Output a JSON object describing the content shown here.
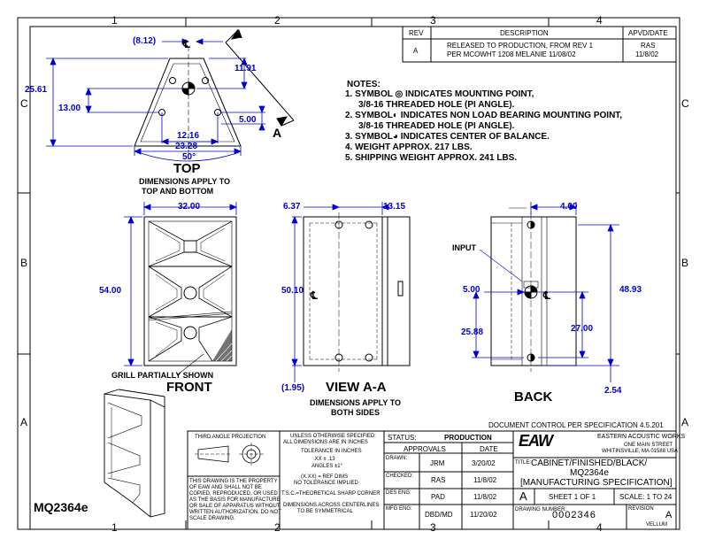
{
  "zones": {
    "top": [
      "1",
      "2",
      "3",
      "4"
    ],
    "bottom": [
      "1",
      "2",
      "3",
      "4"
    ],
    "left": [
      "C",
      "B",
      "A"
    ],
    "right": [
      "C",
      "B",
      "A"
    ]
  },
  "revision_block": {
    "headers": [
      "REV",
      "DESCRIPTION",
      "APVD/DATE"
    ],
    "row": {
      "rev": "A",
      "description_line1": "RELEASED TO PRODUCTION, FROM REV 1",
      "description_line2": "PER MCOWHT 1208 MELANIE 11/08/02",
      "apvd": "RAS",
      "date": "11/8/02"
    }
  },
  "notes": {
    "title": "NOTES:",
    "items": [
      "1. SYMBOL ◎ INDICATES MOUNTING POINT,",
      "3/8-16 THREADED HOLE (PI ANGLE).",
      "2. SYMBOL◐ INDICATES NON LOAD BEARING MOUNTING POINT,",
      "3/8-16 THREADED HOLE (PI ANGLE).",
      "3. SYMBOL◕ INDICATES CENTER OF BALANCE.",
      "4. WEIGHT APPROX. 217 LBS.",
      "5. SHIPPING WEIGHT APPROX. 241 LBS."
    ]
  },
  "top_view": {
    "dims": {
      "d1": "(8.12)",
      "d2": "11.91",
      "d3": "25.61",
      "d4": "13.00",
      "d5": "5.00",
      "d6": "12.16",
      "d7": "23.28",
      "d8": "50°"
    },
    "cl": "℄",
    "section": "A",
    "title": "TOP",
    "subtitle1": "DIMENSIONS APPLY TO",
    "subtitle2": "TOP AND BOTTOM"
  },
  "front_view": {
    "width": "32.00",
    "height": "54.00",
    "grill": "GRILL PARTIALLY SHOWN",
    "title": "FRONT"
  },
  "view_aa": {
    "d1": "6.37",
    "d2": "13.15",
    "d3": "50.10",
    "d4": "(1.95)",
    "cl": "℄",
    "title": "VIEW A-A",
    "subtitle1": "DIMENSIONS APPLY TO",
    "subtitle2": "BOTH SIDES"
  },
  "back_view": {
    "d1": "4.00",
    "input": "INPUT",
    "d2": "5.00",
    "d3": "48.93",
    "d4": "25.88",
    "d5": "27.00",
    "d6": "2.54",
    "cl": "℄",
    "title": "BACK"
  },
  "model": "MQ2364e",
  "doc_control": "DOCUMENT CONTROL PER SPECIFICATION 4.5.201",
  "title_block": {
    "projection": "THIRD ANGLE PROJECTION",
    "tol_lines": [
      "UNLESS OTHERWISE SPECIFIED:",
      "ALL DIMENSIONS ARE IN INCHES",
      "TOLERANCE IN INCHES",
      ".XX ± .13",
      "ANGLES ±1°",
      "(X.XX) = REF DIMS",
      "NO TOLERANCE IMPLIED",
      "T.S.C.=THEORETICAL SHARP CORNER",
      "DIMENSIONS ACROSS CENTERLINES",
      "TO BE SYMMETRICAL"
    ],
    "property": [
      "THIS DRAWING IS THE PROPERTY",
      "OF EAW AND SHALL NOT BE",
      "COPIED, REPRODUCED, OR USED",
      "AS THE BASIS FOR MANUFACTURE",
      "OR SALE OF APPARATUS WITHOUT",
      "WRITTEN AUTHORIZATION. DO NOT",
      "SCALE DRAWING."
    ],
    "status_label": "STATUS:",
    "status": "PRODUCTION",
    "approvals": "APPROVALS",
    "date_hdr": "DATE",
    "rows": [
      {
        "label": "DRAWN:",
        "name": "JRM",
        "date": "3/20/02"
      },
      {
        "label": "CHECKED:",
        "name": "RAS",
        "date": "11/8/02"
      },
      {
        "label": "DES ENG:",
        "name": "PAD",
        "date": "11/8/02"
      },
      {
        "label": "MFG ENG:",
        "name": "DBD/MD",
        "date": "11/20/02"
      }
    ],
    "company_logo": "EAW",
    "company": "EASTERN ACOUSTIC WORKS",
    "address1": "ONE MAIN STREET",
    "address2": "WHITINSVILLE, MA  01588  USA",
    "title_label": "TITLE:",
    "title_line1": "CABINET/FINISHED/BLACK/",
    "title_line2": "MQ2364e",
    "title_line3": "[MANUFACTURING SPECIFICATION]",
    "size": "A",
    "sheet": "SHEET 1 OF 1",
    "scale": "SCALE: 1 TO 24",
    "drawing_number_label": "DRAWING NUMBER:",
    "drawing_number": "0002346",
    "revision_label": "REVISION",
    "revision": "A",
    "vellum": "VELLUM"
  },
  "colors": {
    "dim": "#0000cc",
    "line": "#000000"
  }
}
